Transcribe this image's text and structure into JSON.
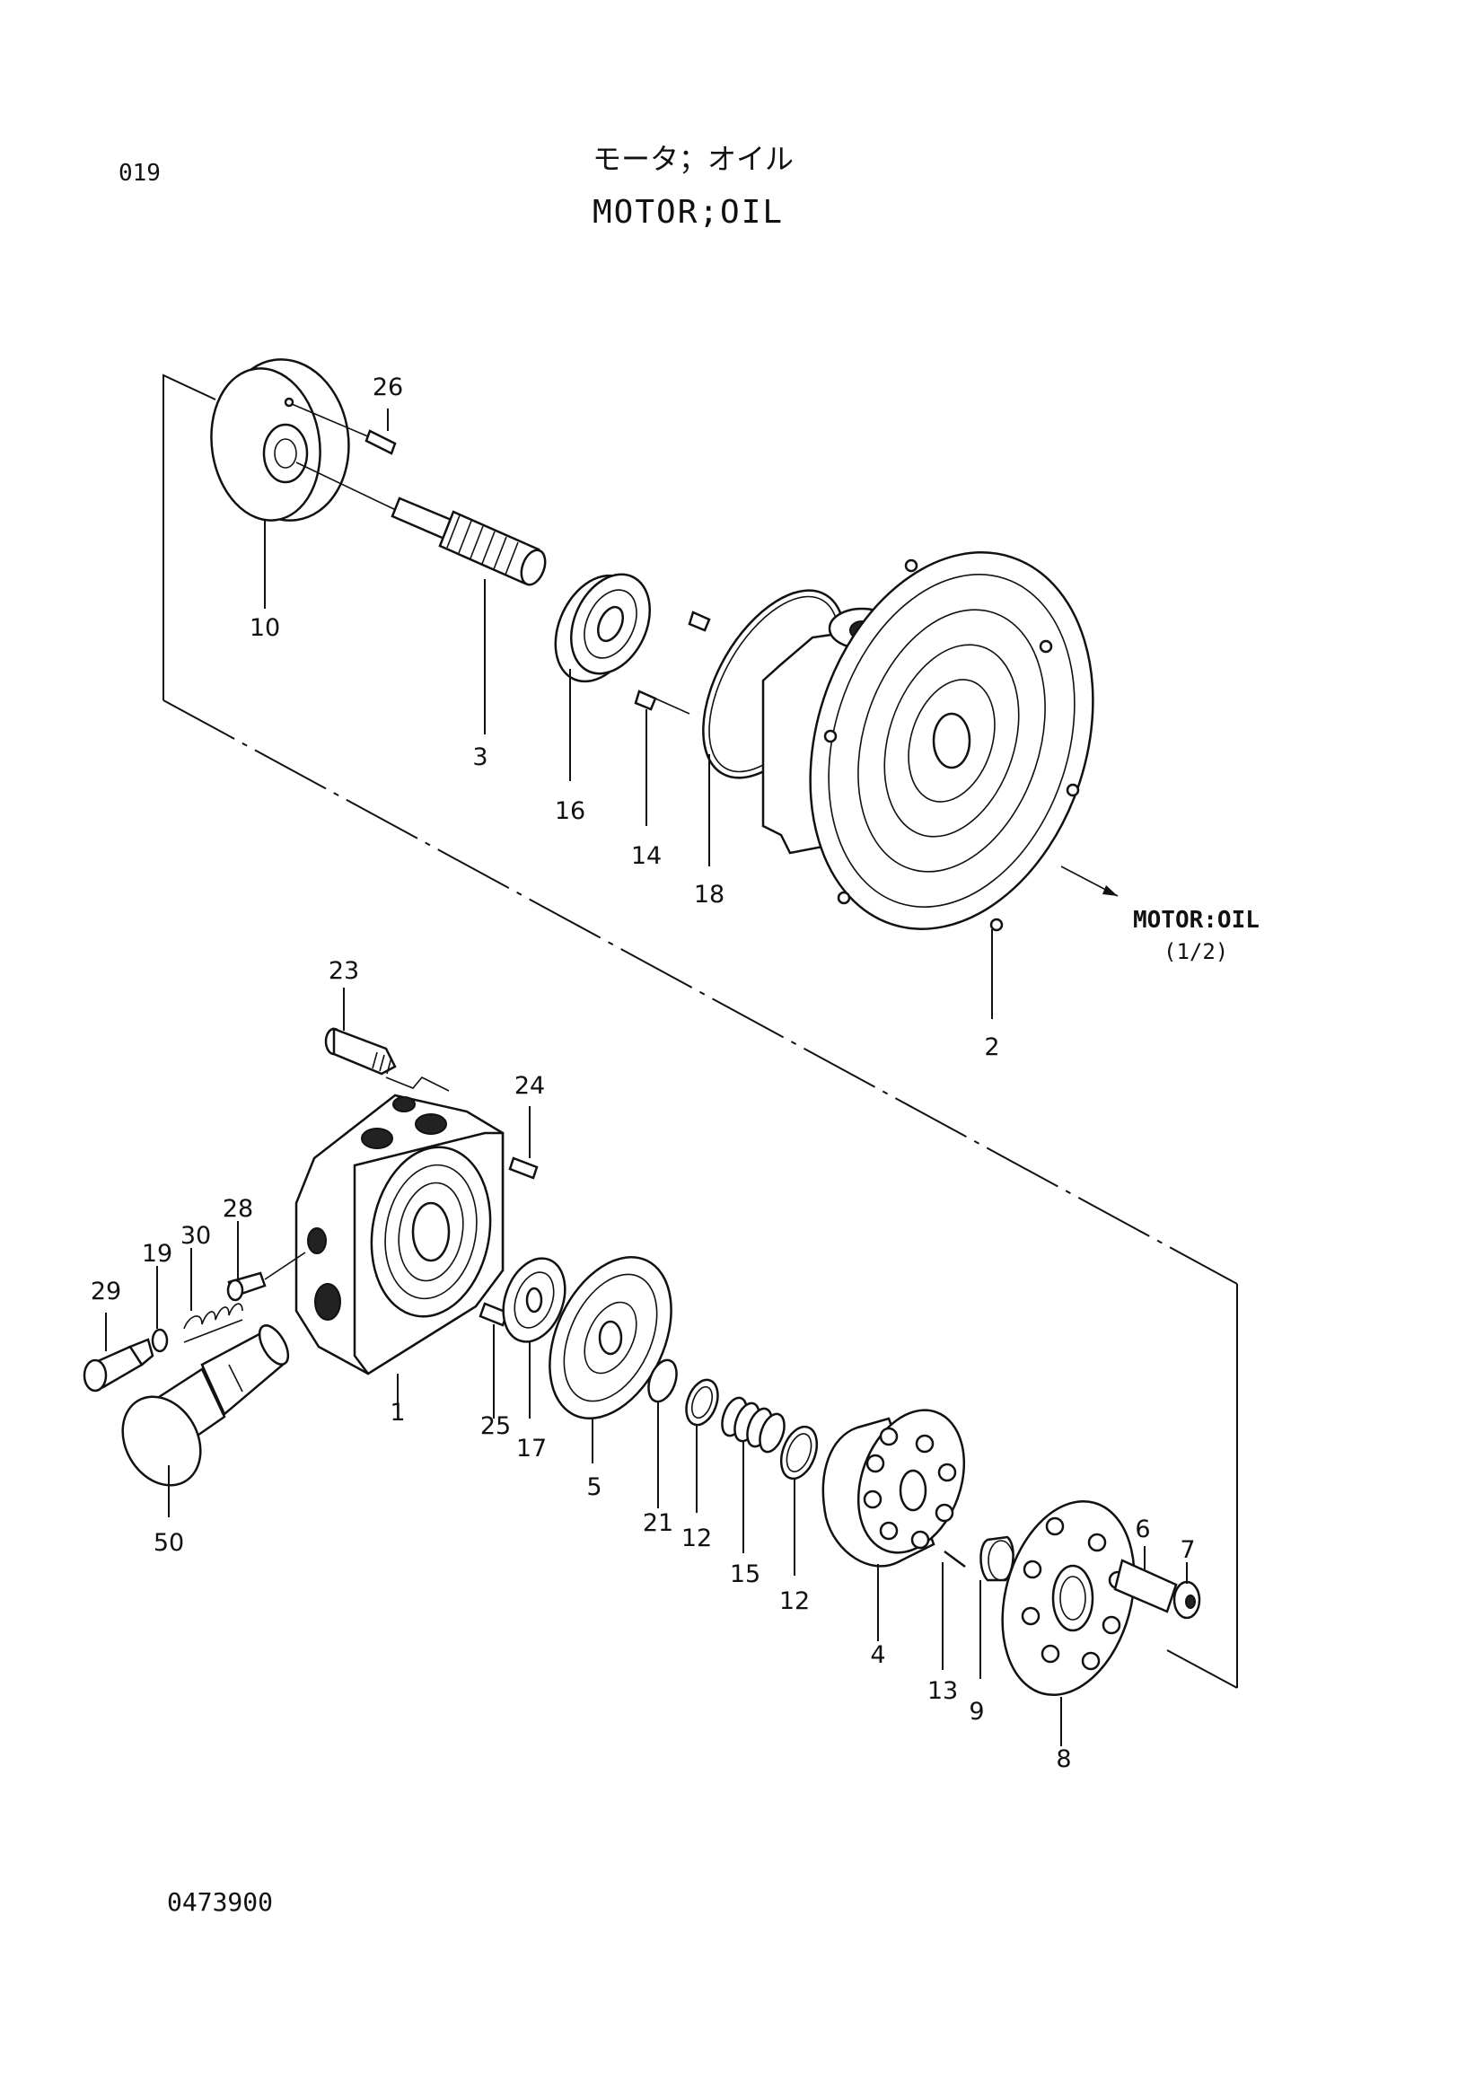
{
  "header": {
    "page_number": "019",
    "title_japanese": "モータ；オイル",
    "title_english": "MOTOR;OIL"
  },
  "reference": {
    "line1": "MOTOR:OIL",
    "line2": "(1/2)"
  },
  "footer": {
    "diagram_code": "0473900"
  },
  "callouts": {
    "c1": "1",
    "c2": "2",
    "c3": "3",
    "c4": "4",
    "c5": "5",
    "c6": "6",
    "c7": "7",
    "c8": "8",
    "c9": "9",
    "c10": "10",
    "c12a": "12",
    "c12b": "12",
    "c13": "13",
    "c14": "14",
    "c15": "15",
    "c16": "16",
    "c17": "17",
    "c18": "18",
    "c19": "19",
    "c21": "21",
    "c23": "23",
    "c24": "24",
    "c25": "25",
    "c26": "26",
    "c28": "28",
    "c29": "29",
    "c30": "30",
    "c50": "50"
  }
}
